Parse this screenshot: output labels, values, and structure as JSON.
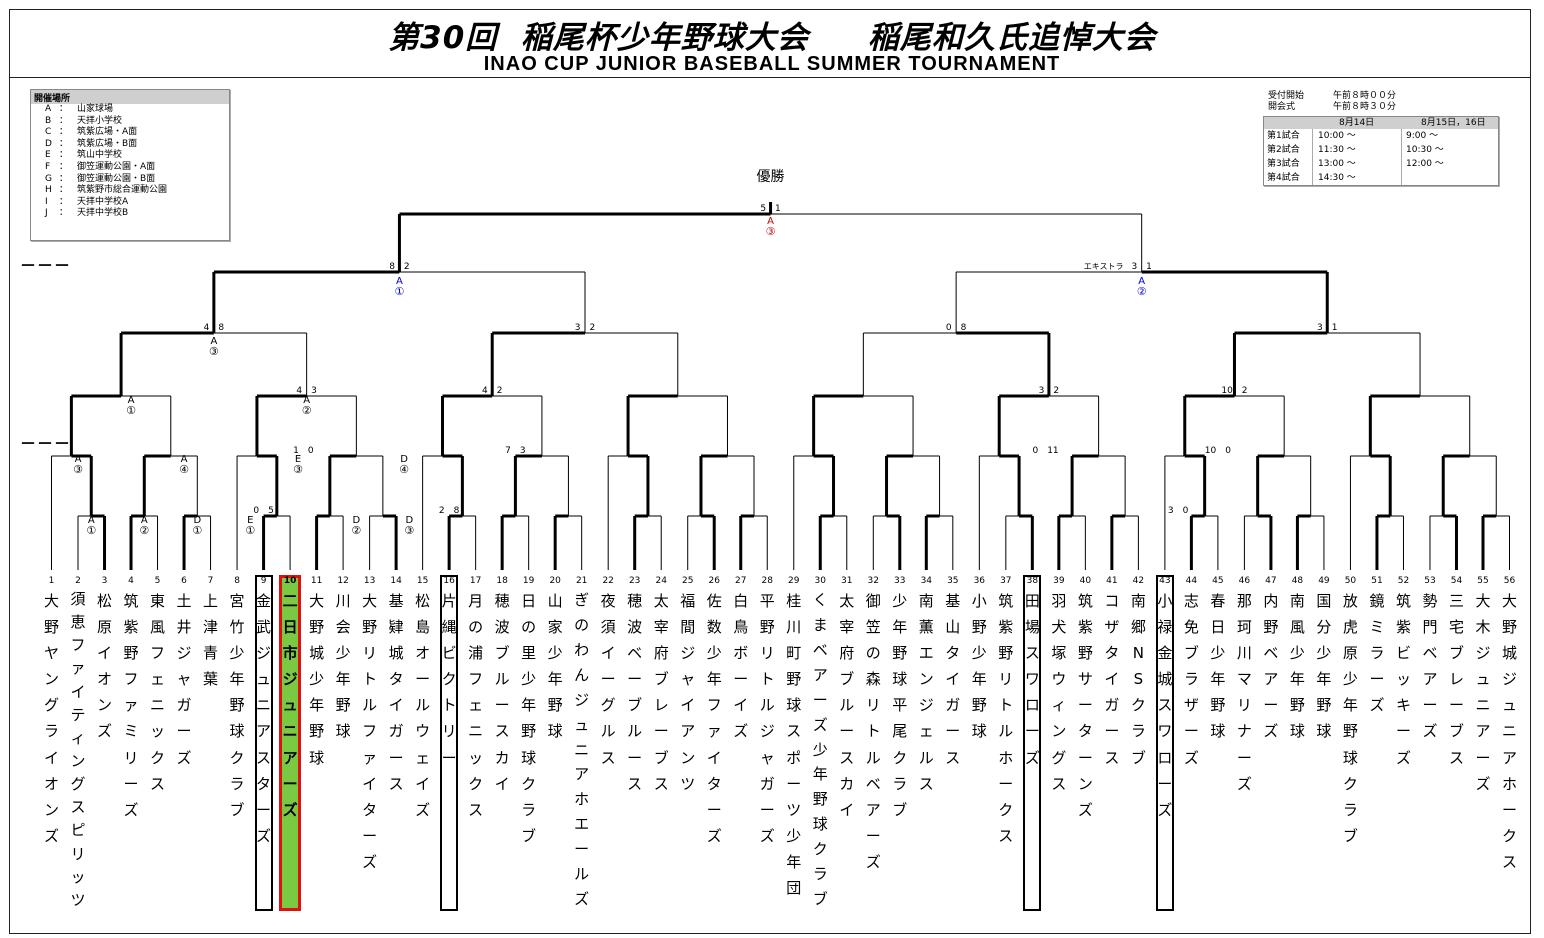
{
  "title": {
    "japanese": "第30回  稲尾杯少年野球大会     稲尾和久氏追悼大会",
    "english": "INAO CUP JUNIOR BASEBALL SUMMER TOURNAMENT"
  },
  "venues": {
    "header": "開催場所",
    "items": [
      {
        "key": "A",
        "name": "山家球場"
      },
      {
        "key": "B",
        "name": "天拝小学校"
      },
      {
        "key": "C",
        "name": "筑紫広場・A面"
      },
      {
        "key": "D",
        "name": "筑紫広場・B面"
      },
      {
        "key": "E",
        "name": "筑山中学校"
      },
      {
        "key": "F",
        "name": "御笠運動公園・A面"
      },
      {
        "key": "G",
        "name": "御笠運動公園・B面"
      },
      {
        "key": "H",
        "name": "筑紫野市総合運動公園"
      },
      {
        "key": "I",
        "name": "天拝中学校A"
      },
      {
        "key": "J",
        "name": "天拝中学校B"
      }
    ]
  },
  "schedule": {
    "reception_label": "受付開始",
    "reception_time": "午前８時００分",
    "opening_label": "開会式",
    "opening_time": "午前８時３０分",
    "day1": "8月14日",
    "day2": "8月15日，16日",
    "games": [
      {
        "label": "第1試合",
        "d1": "10:00 〜",
        "d2": "9:00 〜"
      },
      {
        "label": "第2試合",
        "d1": "11:30 〜",
        "d2": "10:30 〜"
      },
      {
        "label": "第3試合",
        "d1": "13:00 〜",
        "d2": "12:00 〜"
      },
      {
        "label": "第4試合",
        "d1": "14:30 〜",
        "d2": ""
      }
    ]
  },
  "champion_label": "優勝",
  "extra_label": "エキストラ",
  "dash": "－－－",
  "colors": {
    "line": "#000000",
    "venue_red": "#d00000",
    "venue_blue": "#0000cc",
    "highlight_fill": "#7ac943",
    "highlight_border": "#e01010"
  },
  "teams": [
    {
      "n": "1",
      "name": "大野ヤングライオンズ"
    },
    {
      "n": "2",
      "name": "須恵ファイティングスピリッツ"
    },
    {
      "n": "3",
      "name": "松原イオンズ"
    },
    {
      "n": "4",
      "name": "筑紫野ファミリーズ"
    },
    {
      "n": "5",
      "name": "東風フェニックス"
    },
    {
      "n": "6",
      "name": "土井ジャガーズ"
    },
    {
      "n": "7",
      "name": "上津青葉"
    },
    {
      "n": "8",
      "name": "宮竹少年野球クラブ"
    },
    {
      "n": "9",
      "name": "金武ジュニアスターズ"
    },
    {
      "n": "10",
      "name": "二日市ジュニアーズ"
    },
    {
      "n": "11",
      "name": "大野城少年野球"
    },
    {
      "n": "12",
      "name": "川会少年野球"
    },
    {
      "n": "13",
      "name": "大野リトルファイターズ"
    },
    {
      "n": "14",
      "name": "基肄城タイガース"
    },
    {
      "n": "15",
      "name": "松島オールウェイズ"
    },
    {
      "n": "16",
      "name": "片縄ビクトリー"
    },
    {
      "n": "17",
      "name": "月の浦フェニックス"
    },
    {
      "n": "18",
      "name": "穂波ブルースカイ"
    },
    {
      "n": "19",
      "name": "日の里少年野球クラブ"
    },
    {
      "n": "20",
      "name": "山家少年野球"
    },
    {
      "n": "21",
      "name": "ぎのわんジュニアホエールズ"
    },
    {
      "n": "22",
      "name": "夜須イーグルス"
    },
    {
      "n": "23",
      "name": "穂波ベーブルース"
    },
    {
      "n": "24",
      "name": "太宰府ブレーブス"
    },
    {
      "n": "25",
      "name": "福間ジャイアンツ"
    },
    {
      "n": "26",
      "name": "佐数少年ファイターズ"
    },
    {
      "n": "27",
      "name": "白鳥ボーイズ"
    },
    {
      "n": "28",
      "name": "平野リトルジャガーズ"
    },
    {
      "n": "29",
      "name": "桂川町野球スポーツ少年団"
    },
    {
      "n": "30",
      "name": "くまベアーズ少年野球クラブ"
    },
    {
      "n": "31",
      "name": "太宰府ブルースカイ"
    },
    {
      "n": "32",
      "name": "御笠の森リトルベアーズ"
    },
    {
      "n": "33",
      "name": "少年野球平尾クラブ"
    },
    {
      "n": "34",
      "name": "南薫エンジェルス"
    },
    {
      "n": "35",
      "name": "基山タイガース"
    },
    {
      "n": "36",
      "name": "小野少年野球"
    },
    {
      "n": "37",
      "name": "筑紫野リトルホークス"
    },
    {
      "n": "38",
      "name": "田場スワローズ"
    },
    {
      "n": "39",
      "name": "羽犬塚ウィングス"
    },
    {
      "n": "40",
      "name": "筑紫野サーターンズ"
    },
    {
      "n": "41",
      "name": "コザタイガース"
    },
    {
      "n": "42",
      "name": "南郷NSクラブ"
    },
    {
      "n": "43",
      "name": "小禄金城スワローズ"
    },
    {
      "n": "44",
      "name": "志免ブラザーズ"
    },
    {
      "n": "45",
      "name": "春日少年野球"
    },
    {
      "n": "46",
      "name": "那珂川マリナーズ"
    },
    {
      "n": "47",
      "name": "内野ベアーズ"
    },
    {
      "n": "48",
      "name": "南風少年野球"
    },
    {
      "n": "49",
      "name": "国分少年野球"
    },
    {
      "n": "50",
      "name": "放虎原少年野球クラブ"
    },
    {
      "n": "51",
      "name": "鏡ミラーズ"
    },
    {
      "n": "52",
      "name": "筑紫ビッキーズ"
    },
    {
      "n": "53",
      "name": "勢門ベアーズ"
    },
    {
      "n": "54",
      "name": "三宅ブレーブス"
    },
    {
      "n": "55",
      "name": "大木ジュニアーズ"
    },
    {
      "n": "56",
      "name": "大野城ジュニアホークス"
    }
  ],
  "team_highlight": "10",
  "team_boxes": [
    "9",
    "16",
    "38",
    "43"
  ],
  "final": {
    "score": "5　1",
    "venue": "A",
    "game": "③"
  },
  "semifinals": [
    {
      "score": "8　2",
      "venue": "A",
      "game": "①"
    },
    {
      "score": "3　1",
      "venue": "A",
      "game": "②"
    }
  ],
  "qf_scores": [
    "4　8",
    "3　2",
    "0　8",
    "3　1"
  ],
  "qf_left_venue": {
    "venue": "A",
    "game": "③"
  },
  "r16_scores": [
    "",
    "4　3",
    "4　2",
    "",
    "",
    "3　2",
    "10　2",
    ""
  ],
  "r16_venues": [
    {
      "venue": "A",
      "game": "①"
    },
    {
      "venue": "A",
      "game": "②"
    }
  ],
  "r32_scores": [
    "",
    "1　0",
    "7　3",
    "",
    "",
    "0　11",
    "10　0",
    ""
  ],
  "r32_venues": [
    {
      "venue": "A",
      "game": "③"
    },
    {
      "venue": "A",
      "game": "④"
    },
    {
      "venue": "E",
      "game": "③"
    },
    {
      "venue": "D",
      "game": "④"
    }
  ],
  "r64_scores": [
    "0　5",
    "2　8",
    "3　0"
  ],
  "r64_venues": [
    {
      "venue": "A",
      "game": "①"
    },
    {
      "venue": "A",
      "game": "②"
    },
    {
      "venue": "D",
      "game": "①"
    },
    {
      "venue": "E",
      "game": "①"
    },
    {
      "venue": "D",
      "game": "②"
    },
    {
      "venue": "D",
      "game": "③"
    }
  ]
}
